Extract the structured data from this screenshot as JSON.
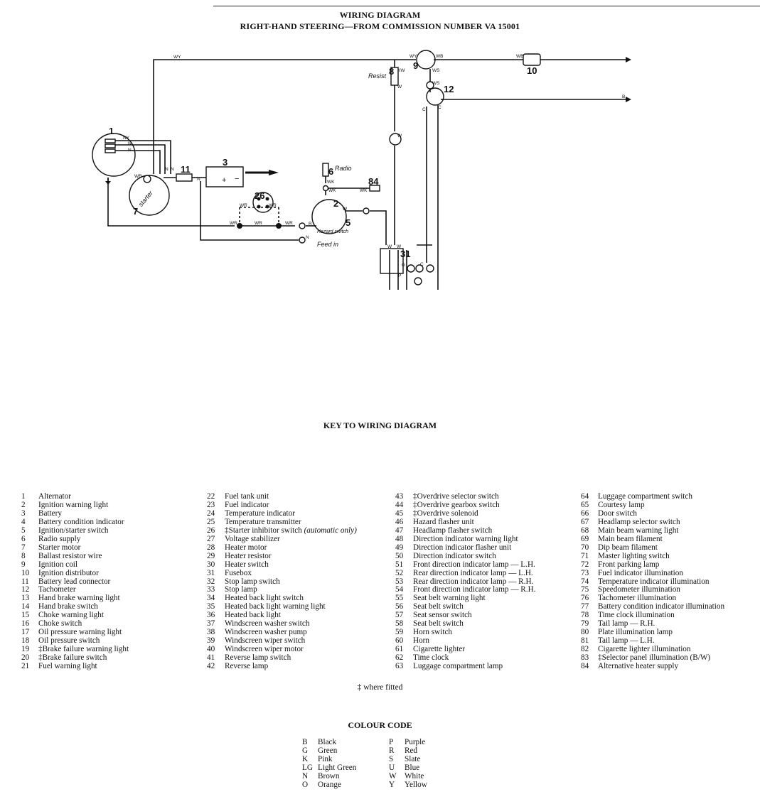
{
  "header": {
    "title": "WIRING DIAGRAM",
    "subtitle": "RIGHT-HAND STEERING—FROM COMMISSION NUMBER VA 15001"
  },
  "diagram": {
    "component_numbers": [
      "1",
      "2",
      "3",
      "5",
      "6",
      "7",
      "8",
      "9",
      "10",
      "11",
      "12",
      "26",
      "31",
      "84"
    ],
    "wire_labels": [
      "WY",
      "WB",
      "WS",
      "KW",
      "W",
      "NY",
      "N",
      "WR",
      "WK",
      "R",
      "B",
      "C",
      "P",
      "G"
    ],
    "handwritten_notes": [
      "Radio",
      "starter",
      "Resist",
      "Hazard switch",
      "Feed in"
    ]
  },
  "key": {
    "heading": "KEY TO WIRING DIAGRAM",
    "columns": [
      [
        {
          "n": "1",
          "label": "Alternator"
        },
        {
          "n": "2",
          "label": "Ignition warning light"
        },
        {
          "n": "3",
          "label": "Battery"
        },
        {
          "n": "4",
          "label": "Battery condition indicator"
        },
        {
          "n": "5",
          "label": "Ignition/starter switch"
        },
        {
          "n": "6",
          "label": "Radio supply"
        },
        {
          "n": "7",
          "label": "Starter motor"
        },
        {
          "n": "8",
          "label": "Ballast resistor wire"
        },
        {
          "n": "9",
          "label": "Ignition coil"
        },
        {
          "n": "10",
          "label": "Ignition distributor"
        },
        {
          "n": "11",
          "label": "Battery lead connector"
        },
        {
          "n": "12",
          "label": "Tachometer"
        },
        {
          "n": "13",
          "label": "Hand brake warning light"
        },
        {
          "n": "14",
          "label": "Hand brake switch"
        },
        {
          "n": "15",
          "label": "Choke warning light"
        },
        {
          "n": "16",
          "label": "Choke switch"
        },
        {
          "n": "17",
          "label": "Oil pressure warning light"
        },
        {
          "n": "18",
          "label": "Oil pressure switch"
        },
        {
          "n": "19",
          "label": "‡Brake failure warning light"
        },
        {
          "n": "20",
          "label": "‡Brake failure switch"
        },
        {
          "n": "21",
          "label": "Fuel warning light"
        }
      ],
      [
        {
          "n": "22",
          "label": "Fuel tank unit"
        },
        {
          "n": "23",
          "label": "Fuel indicator"
        },
        {
          "n": "24",
          "label": "Temperature indicator"
        },
        {
          "n": "25",
          "label": "Temperature transmitter"
        },
        {
          "n": "26",
          "label": "‡Starter inhibitor switch (automatic only)"
        },
        {
          "n": "27",
          "label": "Voltage stabilizer"
        },
        {
          "n": "28",
          "label": "Heater motor"
        },
        {
          "n": "29",
          "label": "Heater resistor"
        },
        {
          "n": "30",
          "label": "Heater switch"
        },
        {
          "n": "31",
          "label": "Fusebox"
        },
        {
          "n": "32",
          "label": "Stop lamp switch"
        },
        {
          "n": "33",
          "label": "Stop lamp"
        },
        {
          "n": "34",
          "label": "Heated back light switch"
        },
        {
          "n": "35",
          "label": "Heated back light warning light"
        },
        {
          "n": "36",
          "label": "Heated back light"
        },
        {
          "n": "37",
          "label": "Windscreen washer switch"
        },
        {
          "n": "38",
          "label": "Windscreen washer pump"
        },
        {
          "n": "39",
          "label": "Windscreen wiper switch"
        },
        {
          "n": "40",
          "label": "Windscreen wiper motor"
        },
        {
          "n": "41",
          "label": "Reverse lamp switch"
        },
        {
          "n": "42",
          "label": "Reverse lamp"
        }
      ],
      [
        {
          "n": "43",
          "label": "‡Overdrive selector switch"
        },
        {
          "n": "44",
          "label": "‡Overdrive gearbox switch"
        },
        {
          "n": "45",
          "label": "‡Overdrive solenoid"
        },
        {
          "n": "46",
          "label": "Hazard flasher unit"
        },
        {
          "n": "47",
          "label": "Headlamp flasher switch"
        },
        {
          "n": "48",
          "label": "Direction indicator warning light"
        },
        {
          "n": "49",
          "label": "Direction indicator flasher unit"
        },
        {
          "n": "50",
          "label": "Direction indicator switch"
        },
        {
          "n": "51",
          "label": "Front direction indicator lamp — L.H."
        },
        {
          "n": "52",
          "label": "Rear direction indicator lamp — L.H."
        },
        {
          "n": "53",
          "label": "Rear direction indicator lamp — R.H."
        },
        {
          "n": "54",
          "label": "Front direction indicator lamp — R.H."
        },
        {
          "n": "55",
          "label": "Seat belt warning light"
        },
        {
          "n": "56",
          "label": "Seat belt switch"
        },
        {
          "n": "57",
          "label": "Seat sensor switch"
        },
        {
          "n": "58",
          "label": "Seat belt switch"
        },
        {
          "n": "59",
          "label": "Horn switch"
        },
        {
          "n": "60",
          "label": "Horn"
        },
        {
          "n": "61",
          "label": "Cigarette lighter"
        },
        {
          "n": "62",
          "label": "Time clock"
        },
        {
          "n": "63",
          "label": "Luggage compartment lamp"
        }
      ],
      [
        {
          "n": "64",
          "label": "Luggage compartment switch"
        },
        {
          "n": "65",
          "label": "Courtesy lamp"
        },
        {
          "n": "66",
          "label": "Door switch"
        },
        {
          "n": "67",
          "label": "Headlamp selector switch"
        },
        {
          "n": "68",
          "label": "Main beam warning light"
        },
        {
          "n": "69",
          "label": "Main beam filament"
        },
        {
          "n": "70",
          "label": "Dip beam filament"
        },
        {
          "n": "71",
          "label": "Master lighting switch"
        },
        {
          "n": "72",
          "label": "Front parking lamp"
        },
        {
          "n": "73",
          "label": "Fuel indicator illumination"
        },
        {
          "n": "74",
          "label": "Temperature indicator illumination"
        },
        {
          "n": "75",
          "label": "Speedometer illumination"
        },
        {
          "n": "76",
          "label": "Tachometer illumination"
        },
        {
          "n": "77",
          "label": "Battery condition indicator illumination"
        },
        {
          "n": "78",
          "label": "Time clock illumination"
        },
        {
          "n": "79",
          "label": "Tail lamp — R.H."
        },
        {
          "n": "80",
          "label": "Plate illumination lamp"
        },
        {
          "n": "81",
          "label": "Tail lamp — L.H."
        },
        {
          "n": "82",
          "label": "Cigarette lighter illumination"
        },
        {
          "n": "83",
          "label": "‡Selector panel illumination (B/W)"
        },
        {
          "n": "84",
          "label": "Alternative heater supply"
        }
      ]
    ],
    "footnote": "‡ where fitted"
  },
  "colour_code": {
    "heading": "COLOUR CODE",
    "left": [
      {
        "code": "B",
        "name": "Black"
      },
      {
        "code": "G",
        "name": "Green"
      },
      {
        "code": "K",
        "name": "Pink"
      },
      {
        "code": "LG",
        "name": "Light Green"
      },
      {
        "code": "N",
        "name": "Brown"
      },
      {
        "code": "O",
        "name": "Orange"
      }
    ],
    "right": [
      {
        "code": "P",
        "name": "Purple"
      },
      {
        "code": "R",
        "name": "Red"
      },
      {
        "code": "S",
        "name": "Slate"
      },
      {
        "code": "U",
        "name": "Blue"
      },
      {
        "code": "W",
        "name": "White"
      },
      {
        "code": "Y",
        "name": "Yellow"
      }
    ]
  }
}
